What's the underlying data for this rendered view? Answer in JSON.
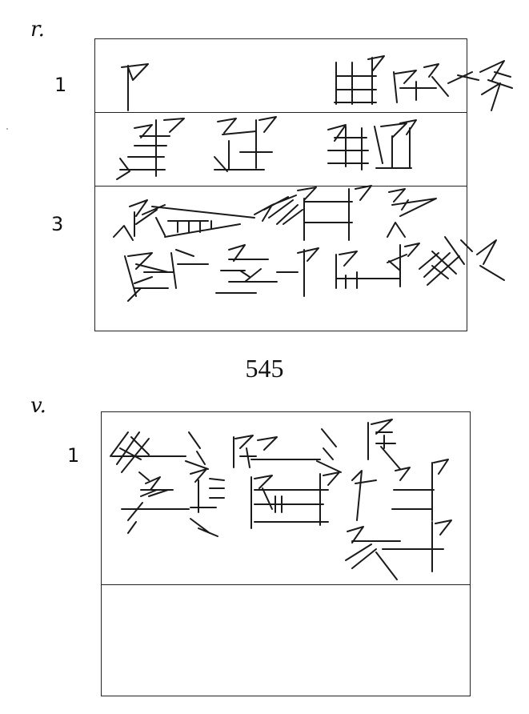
{
  "obverse": {
    "face_label": "r.",
    "line_numbers": [
      "1",
      "3"
    ]
  },
  "tablet_number": "545",
  "reverse": {
    "face_label": "v.",
    "line_numbers": [
      "1"
    ]
  }
}
